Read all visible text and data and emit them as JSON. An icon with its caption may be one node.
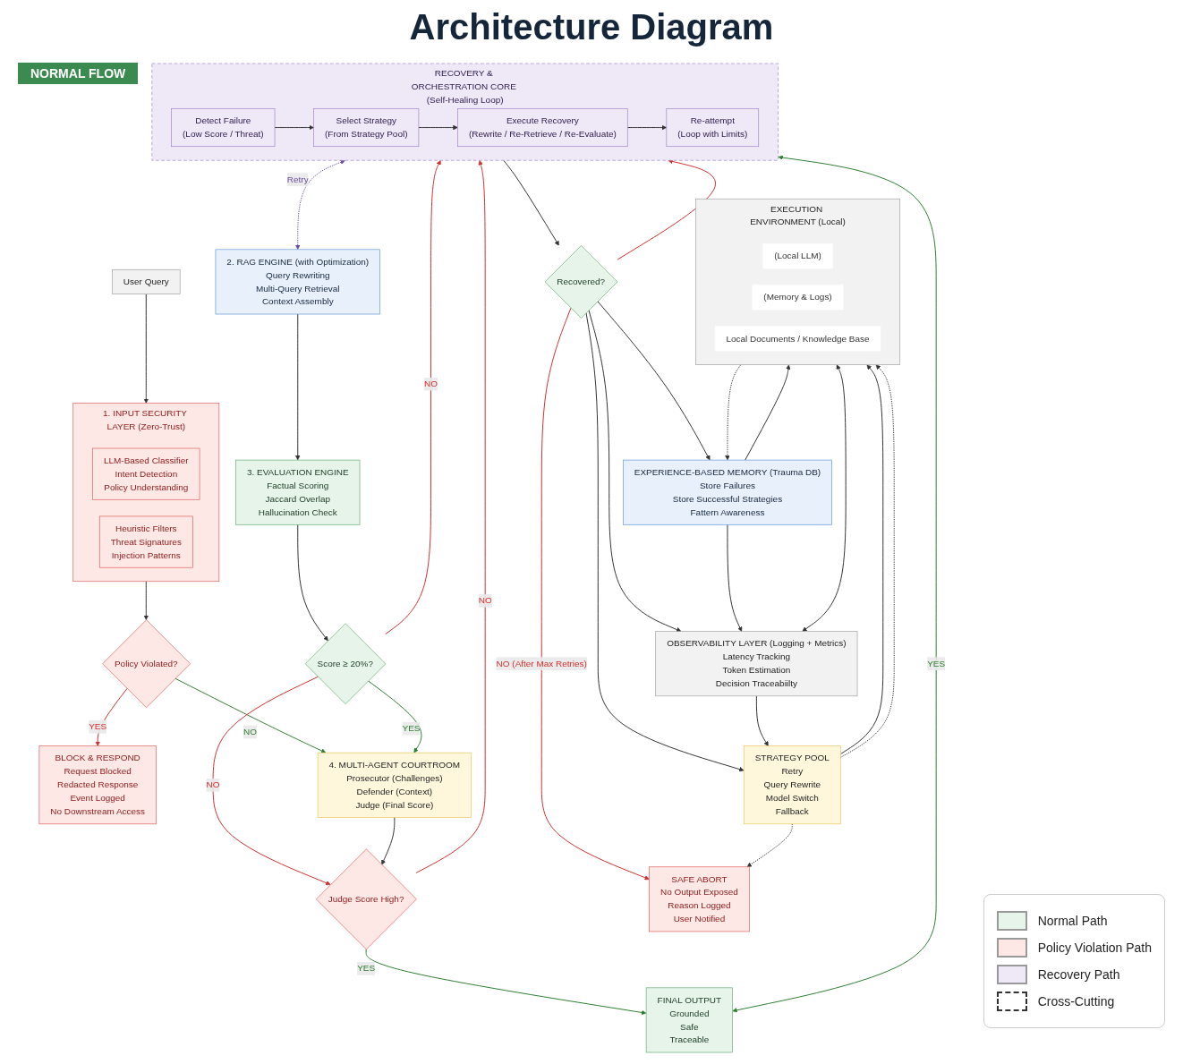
{
  "diagram": {
    "title": "Architecture Diagram",
    "nodes": [
      {
        "text": [
          "User Query"
        ]
      },
      {
        "text": [
          "1. INPUT SECURITY LAYER (Zero-Trust)"
        ]
      },
      {
        "text": [
          "LLM-Based Classifier",
          "Intent Detection",
          "Policy Understanding"
        ],
        "in": 1
      },
      {
        "text": [
          "Heuristic Filters",
          "Threat Signatures",
          "Injection Patterns"
        ],
        "in": 1
      },
      {
        "text": [
          "Policy Violated?"
        ]
      },
      {
        "text": [
          "BLOCK & RESPOND",
          "Request Blocked",
          "Redacted Response",
          "Event Logged",
          "No Downstream Access"
        ]
      },
      {
        "text": [
          "2. RAG ENGINE (with Optimization)",
          "Query Rewriting",
          "Multi-Query Retrieval",
          "Context Assembly"
        ]
      },
      {
        "text": [
          "3. EVALUATION ENGINE",
          "Factual Scoring",
          "Jaccard Overlap",
          "Hallucination Check"
        ]
      },
      {
        "text": [
          "Score ≥ 20%?"
        ]
      },
      {
        "text": [
          "4. MULTI-AGENT COURTROOM",
          "Prosecutor (Challenges)",
          "Defender (Context)",
          "Judge (Final Score)"
        ]
      },
      {
        "text": [
          "Judge Score High?"
        ]
      },
      {
        "text": [
          "FINAL OUTPUT",
          "Grounded",
          "Safe",
          "Traceable"
        ]
      },
      {
        "text": [
          "RECOVERY & ORCHESTRATION CORE (Self-Healing Loop)"
        ]
      },
      {
        "text": [
          "Detect Failure",
          "(Low Score / Threat)"
        ],
        "in": 12
      },
      {
        "text": [
          "Select Strategy",
          "(From Strategy Pool)"
        ],
        "in": 12
      },
      {
        "text": [
          "Execute Recovery",
          "(Rewrite / Re-Retrieve / Re-Evaluate)"
        ],
        "in": 12
      },
      {
        "text": [
          "Re-attempt",
          "(Loop with Limits)"
        ],
        "in": 12
      },
      {
        "text": [
          "Recovered?"
        ]
      },
      {
        "text": [
          "SAFE ABORT",
          "No Output Exposed",
          "Reason Logged",
          "User Notified"
        ]
      },
      {
        "text": [
          "EXPERIENCE-BASED MEMORY (Trauma DB)",
          "Store Failures",
          "Store Successful Strategies",
          "Fattern Awareness"
        ]
      },
      {
        "text": [
          "OBSERVABILITY LAYER (Logging + Metrics)",
          "Latency Tracking",
          "Token Estimation",
          "Decision Traceabiilty"
        ]
      },
      {
        "text": [
          "STRATEGY POOL",
          "Retry",
          "Query Rewrite",
          "Model Switch",
          "Fallback"
        ]
      },
      {
        "text": [
          "EXECUTION ENVIRONMENT (Local)"
        ]
      },
      {
        "text": [
          "(Local LLM)"
        ],
        "in": 22
      },
      {
        "text": [
          "(Memory & Logs)"
        ],
        "in": 22
      },
      {
        "text": [
          "Local Documents / Knowledge Base"
        ],
        "in": 22
      }
    ],
    "edges": [
      {
        "from": 0,
        "to": 1,
        "arrow": "to"
      },
      {
        "from": 1,
        "to": 4,
        "arrow": "to"
      },
      {
        "from": 4,
        "to": 5,
        "arrow": "to",
        "label": "YES",
        "color": "#d32f2f"
      },
      {
        "from": 4,
        "to": 9,
        "arrow": "to",
        "label": "NO",
        "color": "#2e7d32"
      },
      {
        "from": 6,
        "to": 7,
        "arrow": "to"
      },
      {
        "from": 7,
        "to": 8,
        "arrow": "to"
      },
      {
        "from": 8,
        "to": 9,
        "arrow": "to",
        "label": "YES",
        "color": "#2e7d32"
      },
      {
        "from": 8,
        "to": 10,
        "arrow": "to",
        "label": "NO",
        "color": "#d32f2f"
      },
      {
        "from": 8,
        "to": 12,
        "arrow": "to",
        "label": "NO",
        "color": "#d32f2f"
      },
      {
        "from": 9,
        "to": 10,
        "arrow": "to"
      },
      {
        "from": 10,
        "to": 11,
        "arrow": "to",
        "label": "YES",
        "color": "#2e7d32"
      },
      {
        "from": 10,
        "to": 12,
        "arrow": "to",
        "label": "NO",
        "color": "#d32f2f"
      },
      {
        "from": 12,
        "to": 11,
        "arrow": "both",
        "label": "YES",
        "color": "#2e7d32"
      },
      {
        "from": 12,
        "to": 6,
        "arrow": "both",
        "label": "Retry",
        "style": "dashed",
        "color": "#6a4c9c"
      },
      {
        "from": 13,
        "to": 14,
        "arrow": "to"
      },
      {
        "from": 14,
        "to": 15,
        "arrow": "to"
      },
      {
        "from": 15,
        "to": 16,
        "arrow": "to"
      },
      {
        "from": 12,
        "to": 17,
        "arrow": "to"
      },
      {
        "from": 17,
        "to": 12,
        "arrow": "to",
        "color": "#d32f2f"
      },
      {
        "from": 17,
        "to": 18,
        "arrow": "to",
        "label": "NO (After Max Retries)",
        "color": "#d32f2f"
      },
      {
        "from": 17,
        "to": 19,
        "arrow": "to"
      },
      {
        "from": 17,
        "to": 20,
        "arrow": "to"
      },
      {
        "from": 17,
        "to": 21,
        "arrow": "to"
      },
      {
        "from": 19,
        "to": 20,
        "arrow": "to"
      },
      {
        "from": 20,
        "to": 21,
        "arrow": "to"
      },
      {
        "from": 19,
        "to": 22,
        "arrow": "to"
      },
      {
        "from": 20,
        "to": 22,
        "arrow": "both"
      },
      {
        "from": 21,
        "to": 22,
        "arrow": "to"
      },
      {
        "from": 21,
        "to": 18,
        "arrow": "to",
        "style": "dashed"
      },
      {
        "from": 22,
        "to": 19,
        "arrow": "to",
        "style": "dashed"
      },
      {
        "from": 21,
        "to": 22,
        "arrow": "to",
        "style": "dashed"
      }
    ],
    "labels": [
      "NORMAL FLOW"
    ],
    "legend": [
      {
        "text": "Normal Path",
        "color": "#e6f4ea"
      },
      {
        "text": "Policy Violation Path",
        "color": "#fde8e6"
      },
      {
        "text": "Recovery Path",
        "color": "#eee8f7"
      },
      {
        "text": "Cross-Cutting"
      }
    ]
  }
}
